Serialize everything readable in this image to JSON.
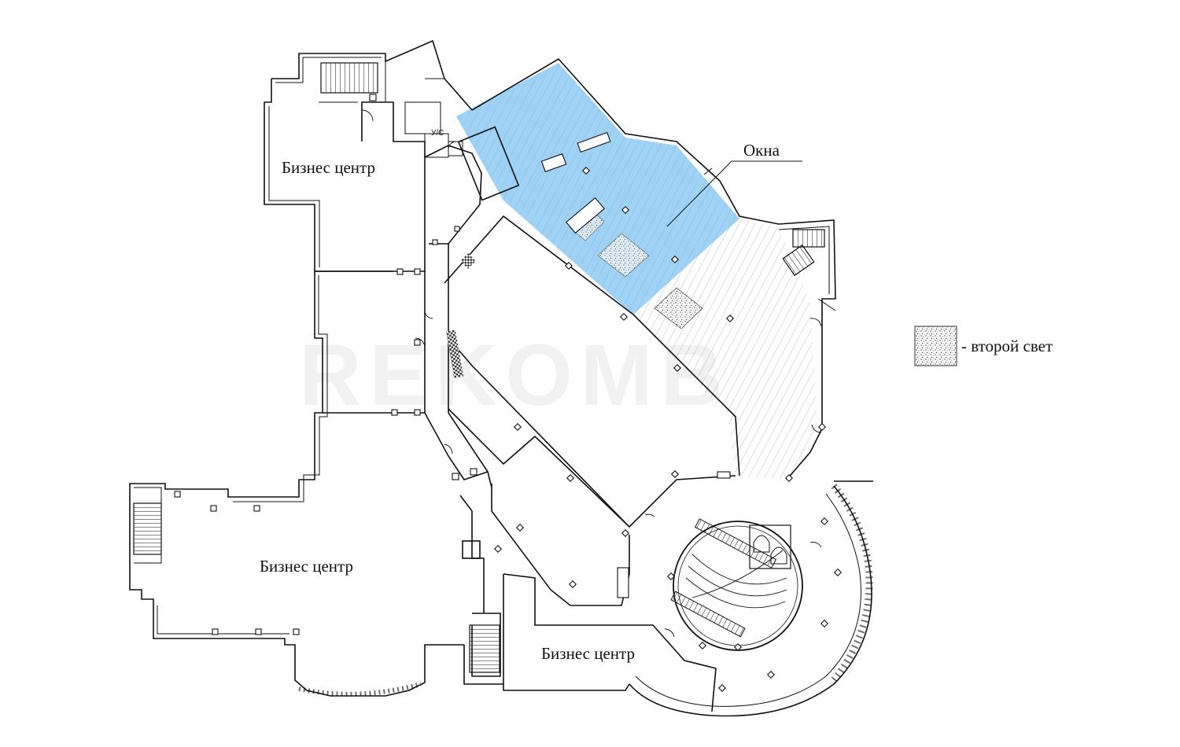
{
  "labels": {
    "business_center_top": "Бизнес центр",
    "business_center_left": "Бизнес центр",
    "business_center_bottom": "Бизнес центр",
    "windows": "Окна",
    "utility_room": "У/С"
  },
  "legend": {
    "second_light": "- второй свет"
  },
  "watermark": "REKOMB",
  "colors": {
    "highlight_blue": "#8ecaf2",
    "hatch_gray": "#cfcfcf",
    "wall": "#111111"
  }
}
